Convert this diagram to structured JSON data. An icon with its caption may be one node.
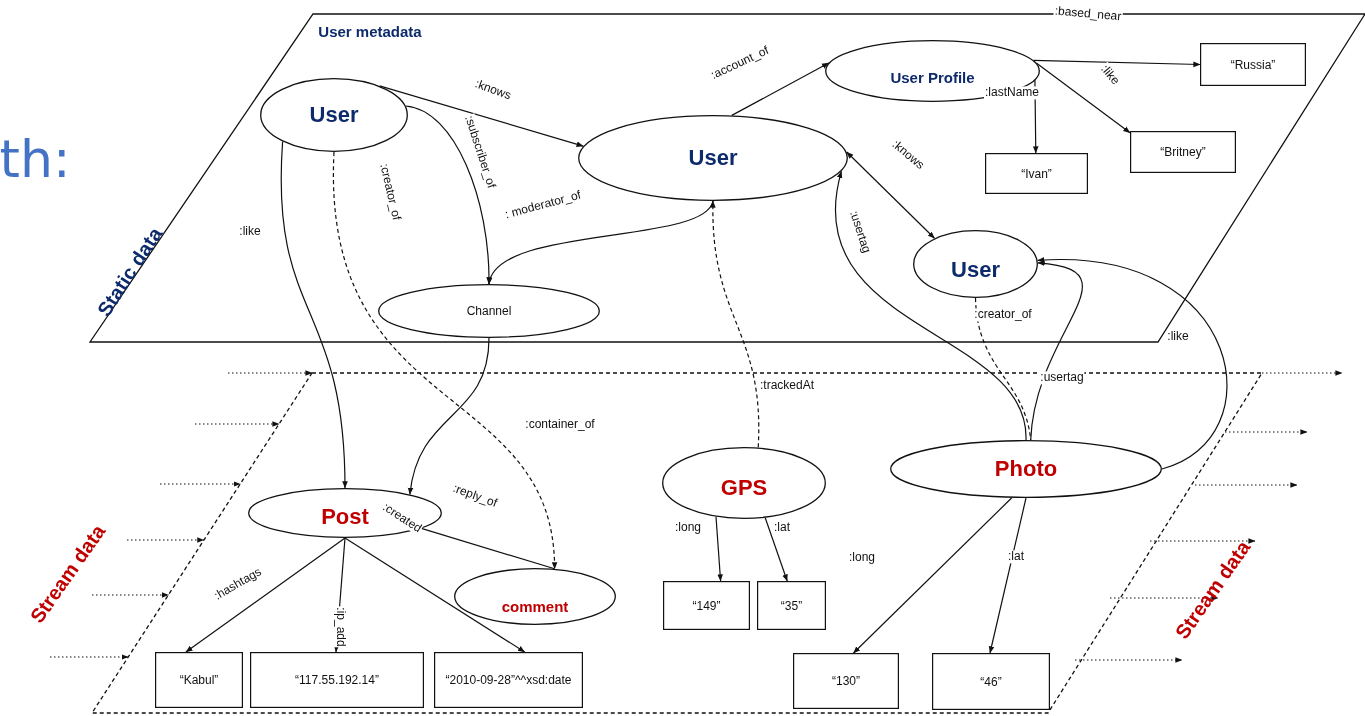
{
  "diagram": {
    "nodes": [
      {
        "text": [
          "User metadata",
          "Static data"
        ]
      },
      {
        "text": [
          "Stream data",
          "Stream data"
        ]
      },
      {
        "text": [
          "User"
        ],
        "in": 0
      },
      {
        "text": [
          "User Profile"
        ],
        "in": 0
      },
      {
        "text": [
          "“Russia”"
        ],
        "in": 0
      },
      {
        "text": [
          "User"
        ],
        "in": 0
      },
      {
        "text": [
          "“Ivan”"
        ],
        "in": 0
      },
      {
        "text": [
          "“Britney”"
        ],
        "in": 0
      },
      {
        "text": [
          "User"
        ],
        "in": 0
      },
      {
        "text": [
          "Channel"
        ],
        "in": 0
      },
      {
        "text": [
          "Post"
        ],
        "in": 1
      },
      {
        "text": [
          "GPS"
        ],
        "in": 1
      },
      {
        "text": [
          "Photo"
        ],
        "in": 1
      },
      {
        "text": [
          "comment"
        ],
        "in": 1
      },
      {
        "text": [
          "“Kabul”"
        ],
        "in": 1
      },
      {
        "text": [
          "“117.55.192.14”"
        ],
        "in": 1
      },
      {
        "text": [
          "“2010-09-28”^^xsd:date"
        ],
        "in": 1
      },
      {
        "text": [
          "“149”"
        ],
        "in": 1
      },
      {
        "text": [
          "“35”"
        ],
        "in": 1
      },
      {
        "text": [
          "“130”"
        ],
        "in": 1
      },
      {
        "text": [
          "“46”"
        ],
        "in": 1
      }
    ],
    "edges": [
      {
        "from": 2,
        "to": 5,
        "arrow": "to",
        "label": ":knows"
      },
      {
        "from": 2,
        "to": 9,
        "arrow": "to",
        "label": ":subscriber_of"
      },
      {
        "from": 5,
        "to": 9,
        "arrow": "to",
        "label": ": moderator_of"
      },
      {
        "from": 2,
        "to": 10,
        "arrow": "to",
        "label": ":like"
      },
      {
        "from": 2,
        "to": 13,
        "arrow": "to",
        "label": ":creator_of",
        "style": "dashed"
      },
      {
        "from": 5,
        "to": 3,
        "arrow": "to",
        "label": ":account_of"
      },
      {
        "from": 3,
        "to": 4,
        "arrow": "to",
        "label": ":like"
      },
      {
        "from": 3,
        "to": 6,
        "arrow": "to",
        "label": ":lastName"
      },
      {
        "from": 3,
        "to": 7,
        "arrow": "to"
      },
      {
        "from": 5,
        "to": 8,
        "arrow": "both",
        "label": ":knows"
      },
      {
        "from": 12,
        "to": 5,
        "arrow": "to",
        "label": ":usertag"
      },
      {
        "from": 8,
        "to": 12,
        "arrow": "none",
        "label": ":creator_of",
        "style": "dashed"
      },
      {
        "from": 12,
        "to": 8,
        "arrow": "to",
        "label": ":usertag"
      },
      {
        "from": 12,
        "to": 8,
        "arrow": "to",
        "label": ":like"
      },
      {
        "from": 11,
        "to": 5,
        "arrow": "to",
        "label": ":trackedAt",
        "style": "dashed"
      },
      {
        "from": 9,
        "to": 10,
        "arrow": "to"
      },
      {
        "from": 13,
        "to": 10,
        "arrow": "none",
        "label": ":created"
      },
      {
        "from": 10,
        "to": 14,
        "arrow": "to",
        "label": ":hashtags"
      },
      {
        "from": 10,
        "to": 15,
        "arrow": "to",
        "label": ":ip_add"
      },
      {
        "from": 10,
        "to": 16,
        "arrow": "to"
      },
      {
        "from": 11,
        "to": 17,
        "arrow": "to",
        "label": ":long"
      },
      {
        "from": 11,
        "to": 18,
        "arrow": "to",
        "label": ":lat"
      },
      {
        "from": 12,
        "to": 19,
        "arrow": "to",
        "label": ":long"
      },
      {
        "from": 12,
        "to": 20,
        "arrow": "to",
        "label": ":lat"
      },
      {
        "from": null,
        "to": 1,
        "arrow": "to",
        "style": "dashed"
      },
      {
        "from": null,
        "to": 1,
        "arrow": "to",
        "style": "dashed"
      },
      {
        "from": null,
        "to": 1,
        "arrow": "to",
        "style": "dashed"
      },
      {
        "from": null,
        "to": 1,
        "arrow": "to",
        "style": "dashed"
      },
      {
        "from": null,
        "to": 1,
        "arrow": "to",
        "style": "dashed"
      },
      {
        "from": null,
        "to": 1,
        "arrow": "to",
        "style": "dashed"
      },
      {
        "from": 1,
        "to": null,
        "arrow": "to",
        "style": "dashed"
      },
      {
        "from": 1,
        "to": null,
        "arrow": "to",
        "style": "dashed"
      },
      {
        "from": 1,
        "to": null,
        "arrow": "to",
        "style": "dashed"
      },
      {
        "from": 1,
        "to": null,
        "arrow": "to",
        "style": "dashed"
      },
      {
        "from": 1,
        "to": null,
        "arrow": "to",
        "style": "dashed"
      },
      {
        "from": 1,
        "to": null,
        "arrow": "to",
        "style": "dashed"
      }
    ],
    "labels": [
      "th:",
      ":based_near",
      ":reply_of",
      ":container_of"
    ]
  }
}
